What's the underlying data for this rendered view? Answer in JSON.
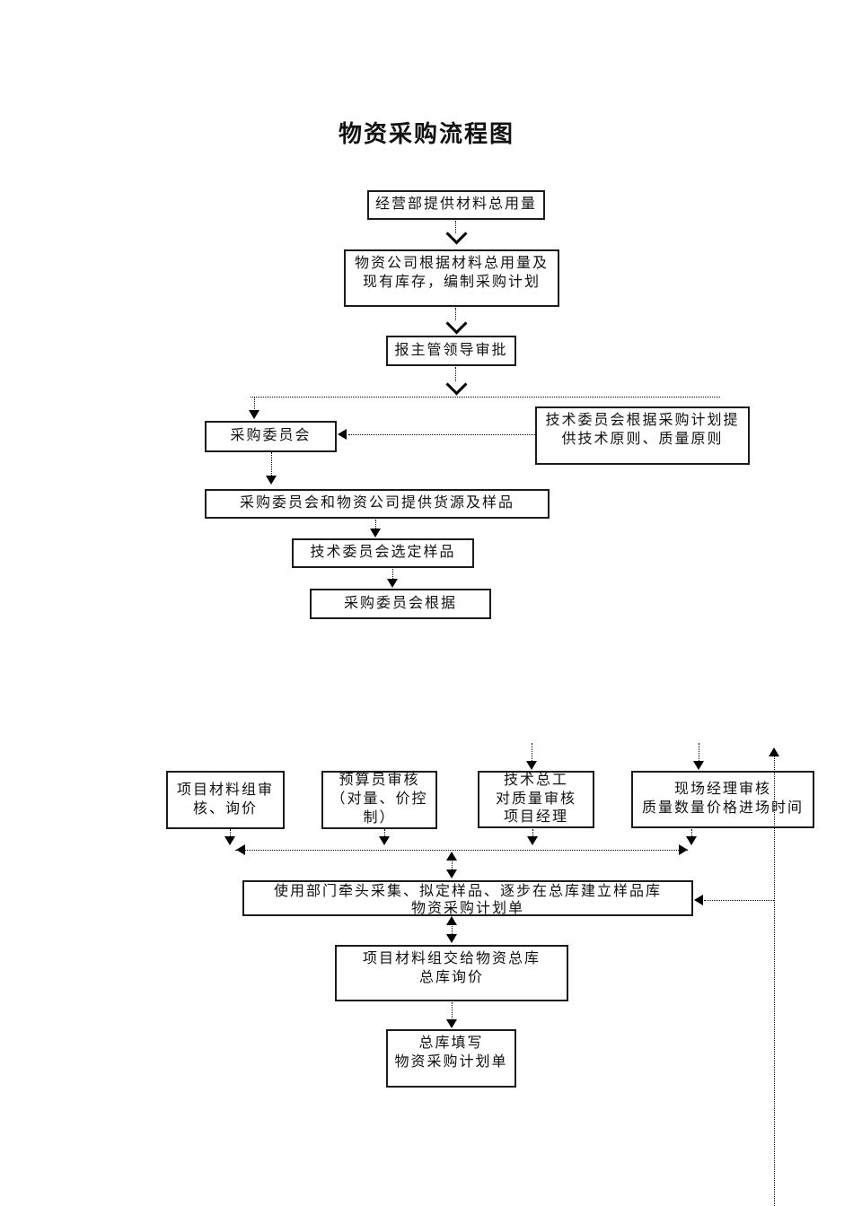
{
  "title": "物资采购流程图",
  "colors": {
    "ink": "#1b1b1b",
    "background": "#ffffff",
    "line": "#000000"
  },
  "boxes": {
    "b1": {
      "label": "经营部提供材料总用量"
    },
    "b2": {
      "label": "物资公司根据材料总用量及\n现有库存，编制采购计划"
    },
    "b3": {
      "label": "报主管领导审批"
    },
    "b4": {
      "label": "采购委员会"
    },
    "b5": {
      "label": "技术委员会根据采购计划提\n供技术原则、质量原则"
    },
    "b6": {
      "label": "采购委员会和物资公司提供货源及样品"
    },
    "b7": {
      "label": "技术委员会选定样品"
    },
    "b8": {
      "label": "采购委员会根据"
    },
    "b9": {
      "label": "项目材料组审\n核、询价"
    },
    "b10": {
      "label": "预算员审核\n（对量、价控\n制）"
    },
    "b11": {
      "label": "技术总工\n对质量审核\n项目经理"
    },
    "b12": {
      "label": "现场经理审核\n质量数量价格进场时间"
    },
    "b13": {
      "label": "使用部门牵头采集、拟定样品、逐步在总库建立样品库\n物资采购计划单"
    },
    "b14": {
      "label": "项目材料组交给物资总库\n总库询价"
    },
    "b15": {
      "label": "总库填写\n物资采购计划单"
    }
  }
}
